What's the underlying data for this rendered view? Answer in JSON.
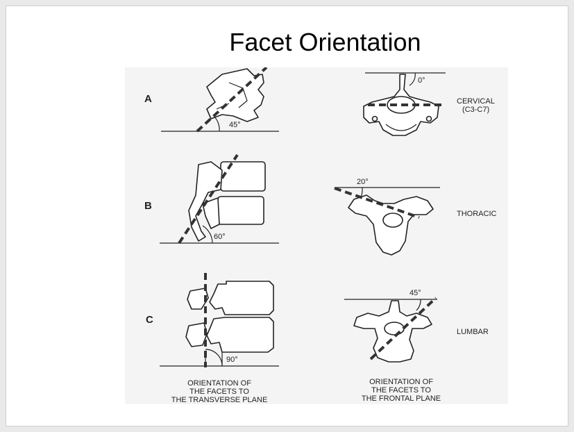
{
  "title": "Facet Orientation",
  "rows": [
    {
      "letter": "A",
      "sagittal_angle": "45°",
      "frontal_angle": "0°",
      "region": "CERVICAL",
      "region_sub": "(C3-C7)"
    },
    {
      "letter": "B",
      "sagittal_angle": "60°",
      "frontal_angle": "20°",
      "region": "THORACIC",
      "region_sub": ""
    },
    {
      "letter": "C",
      "sagittal_angle": "90°",
      "frontal_angle": "45°",
      "region": "LUMBAR",
      "region_sub": ""
    }
  ],
  "captions": {
    "left": [
      "ORIENTATION OF",
      "THE FACETS TO",
      "THE TRANSVERSE PLANE"
    ],
    "right": [
      "ORIENTATION OF",
      "THE FACETS TO",
      "THE FRONTAL PLANE"
    ]
  }
}
